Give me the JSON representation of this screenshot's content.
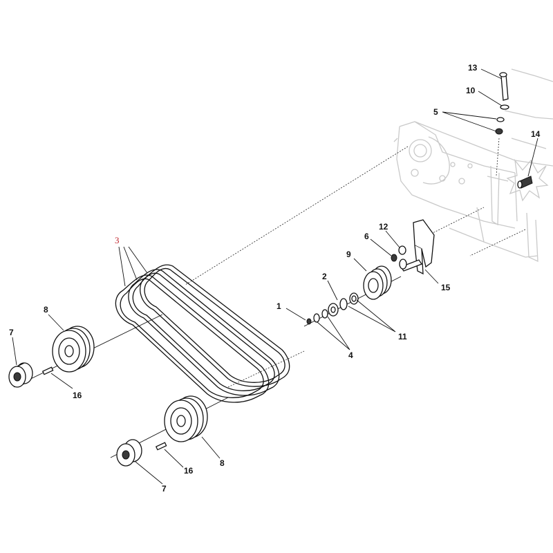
{
  "diagram": {
    "callouts": [
      {
        "id": "c1",
        "label": "1"
      },
      {
        "id": "c2",
        "label": "2"
      },
      {
        "id": "c3",
        "label": "3"
      },
      {
        "id": "c4",
        "label": "4"
      },
      {
        "id": "c5",
        "label": "5"
      },
      {
        "id": "c6",
        "label": "6"
      },
      {
        "id": "c7a",
        "label": "7"
      },
      {
        "id": "c7b",
        "label": "7"
      },
      {
        "id": "c8a",
        "label": "8"
      },
      {
        "id": "c8b",
        "label": "8"
      },
      {
        "id": "c9",
        "label": "9"
      },
      {
        "id": "c10",
        "label": "10"
      },
      {
        "id": "c11",
        "label": "11"
      },
      {
        "id": "c12",
        "label": "12"
      },
      {
        "id": "c13",
        "label": "13"
      },
      {
        "id": "c14",
        "label": "14"
      },
      {
        "id": "c15",
        "label": "15"
      },
      {
        "id": "c16a",
        "label": "16"
      },
      {
        "id": "c16b",
        "label": "16"
      }
    ],
    "colors": {
      "line": "#111111",
      "faint": "#c9c9c9",
      "highlight": "#c0262d"
    }
  }
}
